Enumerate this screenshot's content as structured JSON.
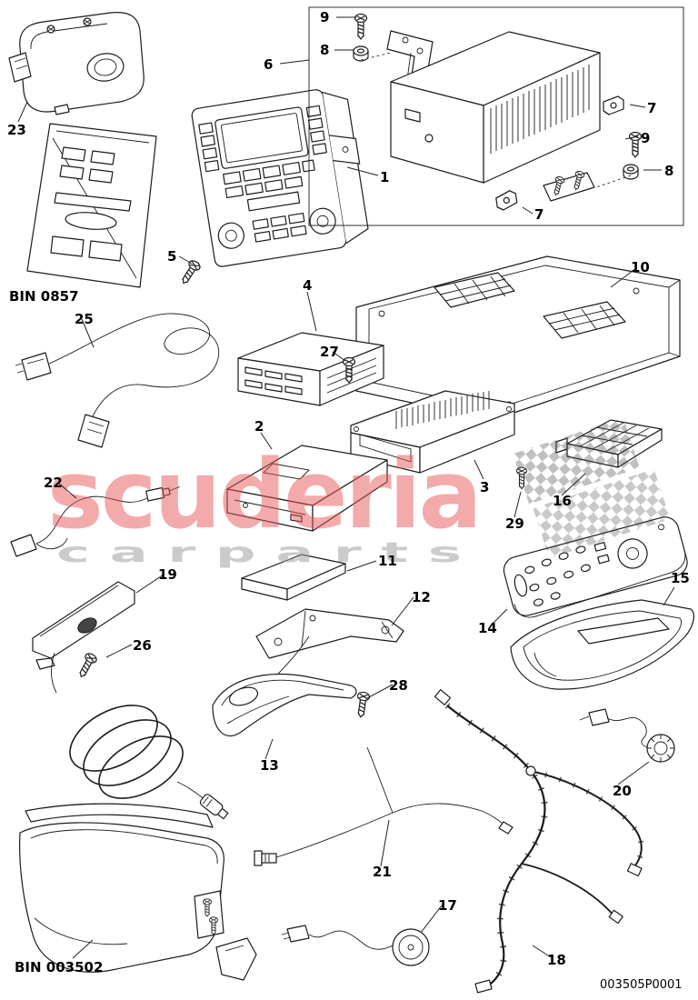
{
  "watermark": {
    "brand": "scuderia",
    "subtitle": "c a r    p a r t s"
  },
  "bins": {
    "top": "BIN 0857",
    "bottom": "BIN 003502"
  },
  "part_code": "003505P0001",
  "callouts": {
    "c1": "1",
    "c2": "2",
    "c3": "3",
    "c4": "4",
    "c5": "5",
    "c6": "6",
    "c7a": "7",
    "c7b": "7",
    "c8a": "8",
    "c8b": "8",
    "c9a": "9",
    "c9b": "9",
    "c10": "10",
    "c11": "11",
    "c12": "12",
    "c13": "13",
    "c14": "14",
    "c15": "15",
    "c16": "16",
    "c17": "17",
    "c18": "18",
    "c19": "19",
    "c20": "20",
    "c21": "21",
    "c22": "22",
    "c23": "23",
    "c25": "25",
    "c26": "26",
    "c27": "27",
    "c28": "28",
    "c29": "29"
  }
}
